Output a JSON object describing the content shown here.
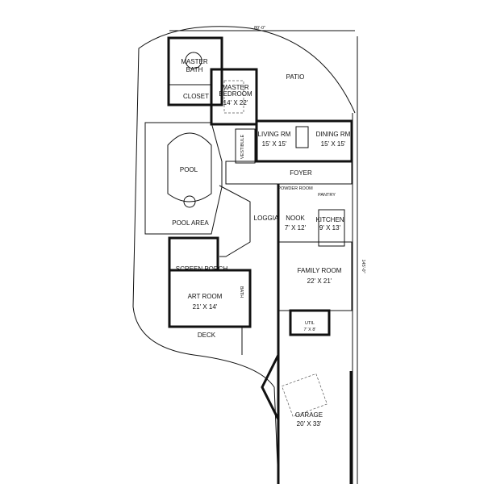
{
  "dimensions": {
    "width": "80'-0\"",
    "depth": "145'-0\""
  },
  "rooms": {
    "master_bath": [
      "MASTER",
      "BATH"
    ],
    "closet": "CLOSET",
    "master_bedroom": [
      "MASTER",
      "BEDROOM",
      "14' X 22'"
    ],
    "patio": "PATIO",
    "living": [
      "LIVING RM",
      "15' X 15'"
    ],
    "dining": [
      "DINING RM",
      "15' X 15'"
    ],
    "vestibule": "VESTIBULE",
    "pool": "POOL",
    "pool_area": "POOL AREA",
    "foyer": "FOYER",
    "powder": "POWDER ROOM",
    "pantry": "PANTRY",
    "loggia": "LOGGIA",
    "nook": [
      "NOOK",
      "7' X 12'"
    ],
    "kitchen": [
      "KITCHEN",
      "9' X 13'"
    ],
    "screen_porch": "SCREEN PORCH",
    "family": [
      "FAMILY ROOM",
      "22' X 21'"
    ],
    "art": [
      "ART ROOM",
      "21' X 14'"
    ],
    "bath": "BATH",
    "deck": "DECK",
    "utility": [
      "UTIL",
      "7' X 8'"
    ],
    "garage": [
      "GARAGE",
      "20' X 33'"
    ]
  }
}
